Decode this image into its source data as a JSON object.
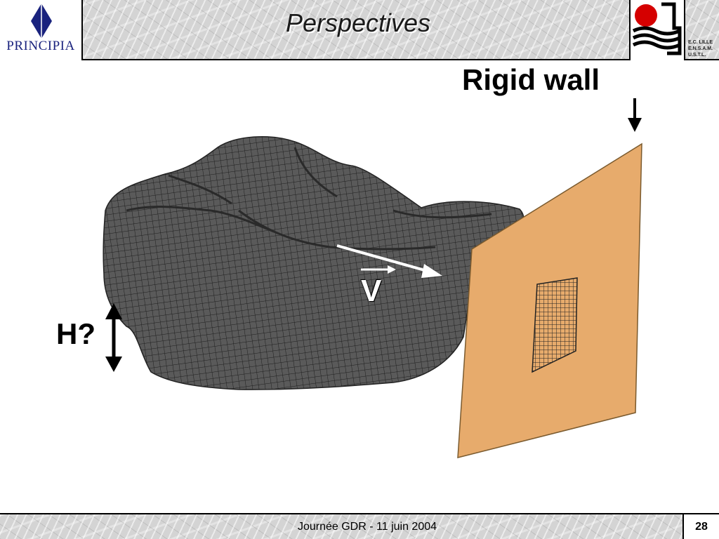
{
  "header": {
    "title": "Perspectives",
    "left_logo": {
      "name": "PRINCIPIA",
      "color": "#1a237e"
    },
    "right_logo": {
      "lines": [
        "E.C. LILLE",
        "E.N.S.A.M.",
        "U.S.T.L."
      ],
      "colors": [
        "#d50000",
        "#000000"
      ]
    }
  },
  "figure": {
    "wall_label": "Rigid wall",
    "height_label": "H?",
    "velocity_label": "V",
    "wall_color": "#e7ab6c",
    "body_color": "#5a5a5a",
    "icons": [
      "down-arrow-icon",
      "double-headed-arrow-icon",
      "velocity-arrow-icon"
    ]
  },
  "footer": {
    "text": "Journée GDR  - 11 juin 2004",
    "page": "28"
  }
}
